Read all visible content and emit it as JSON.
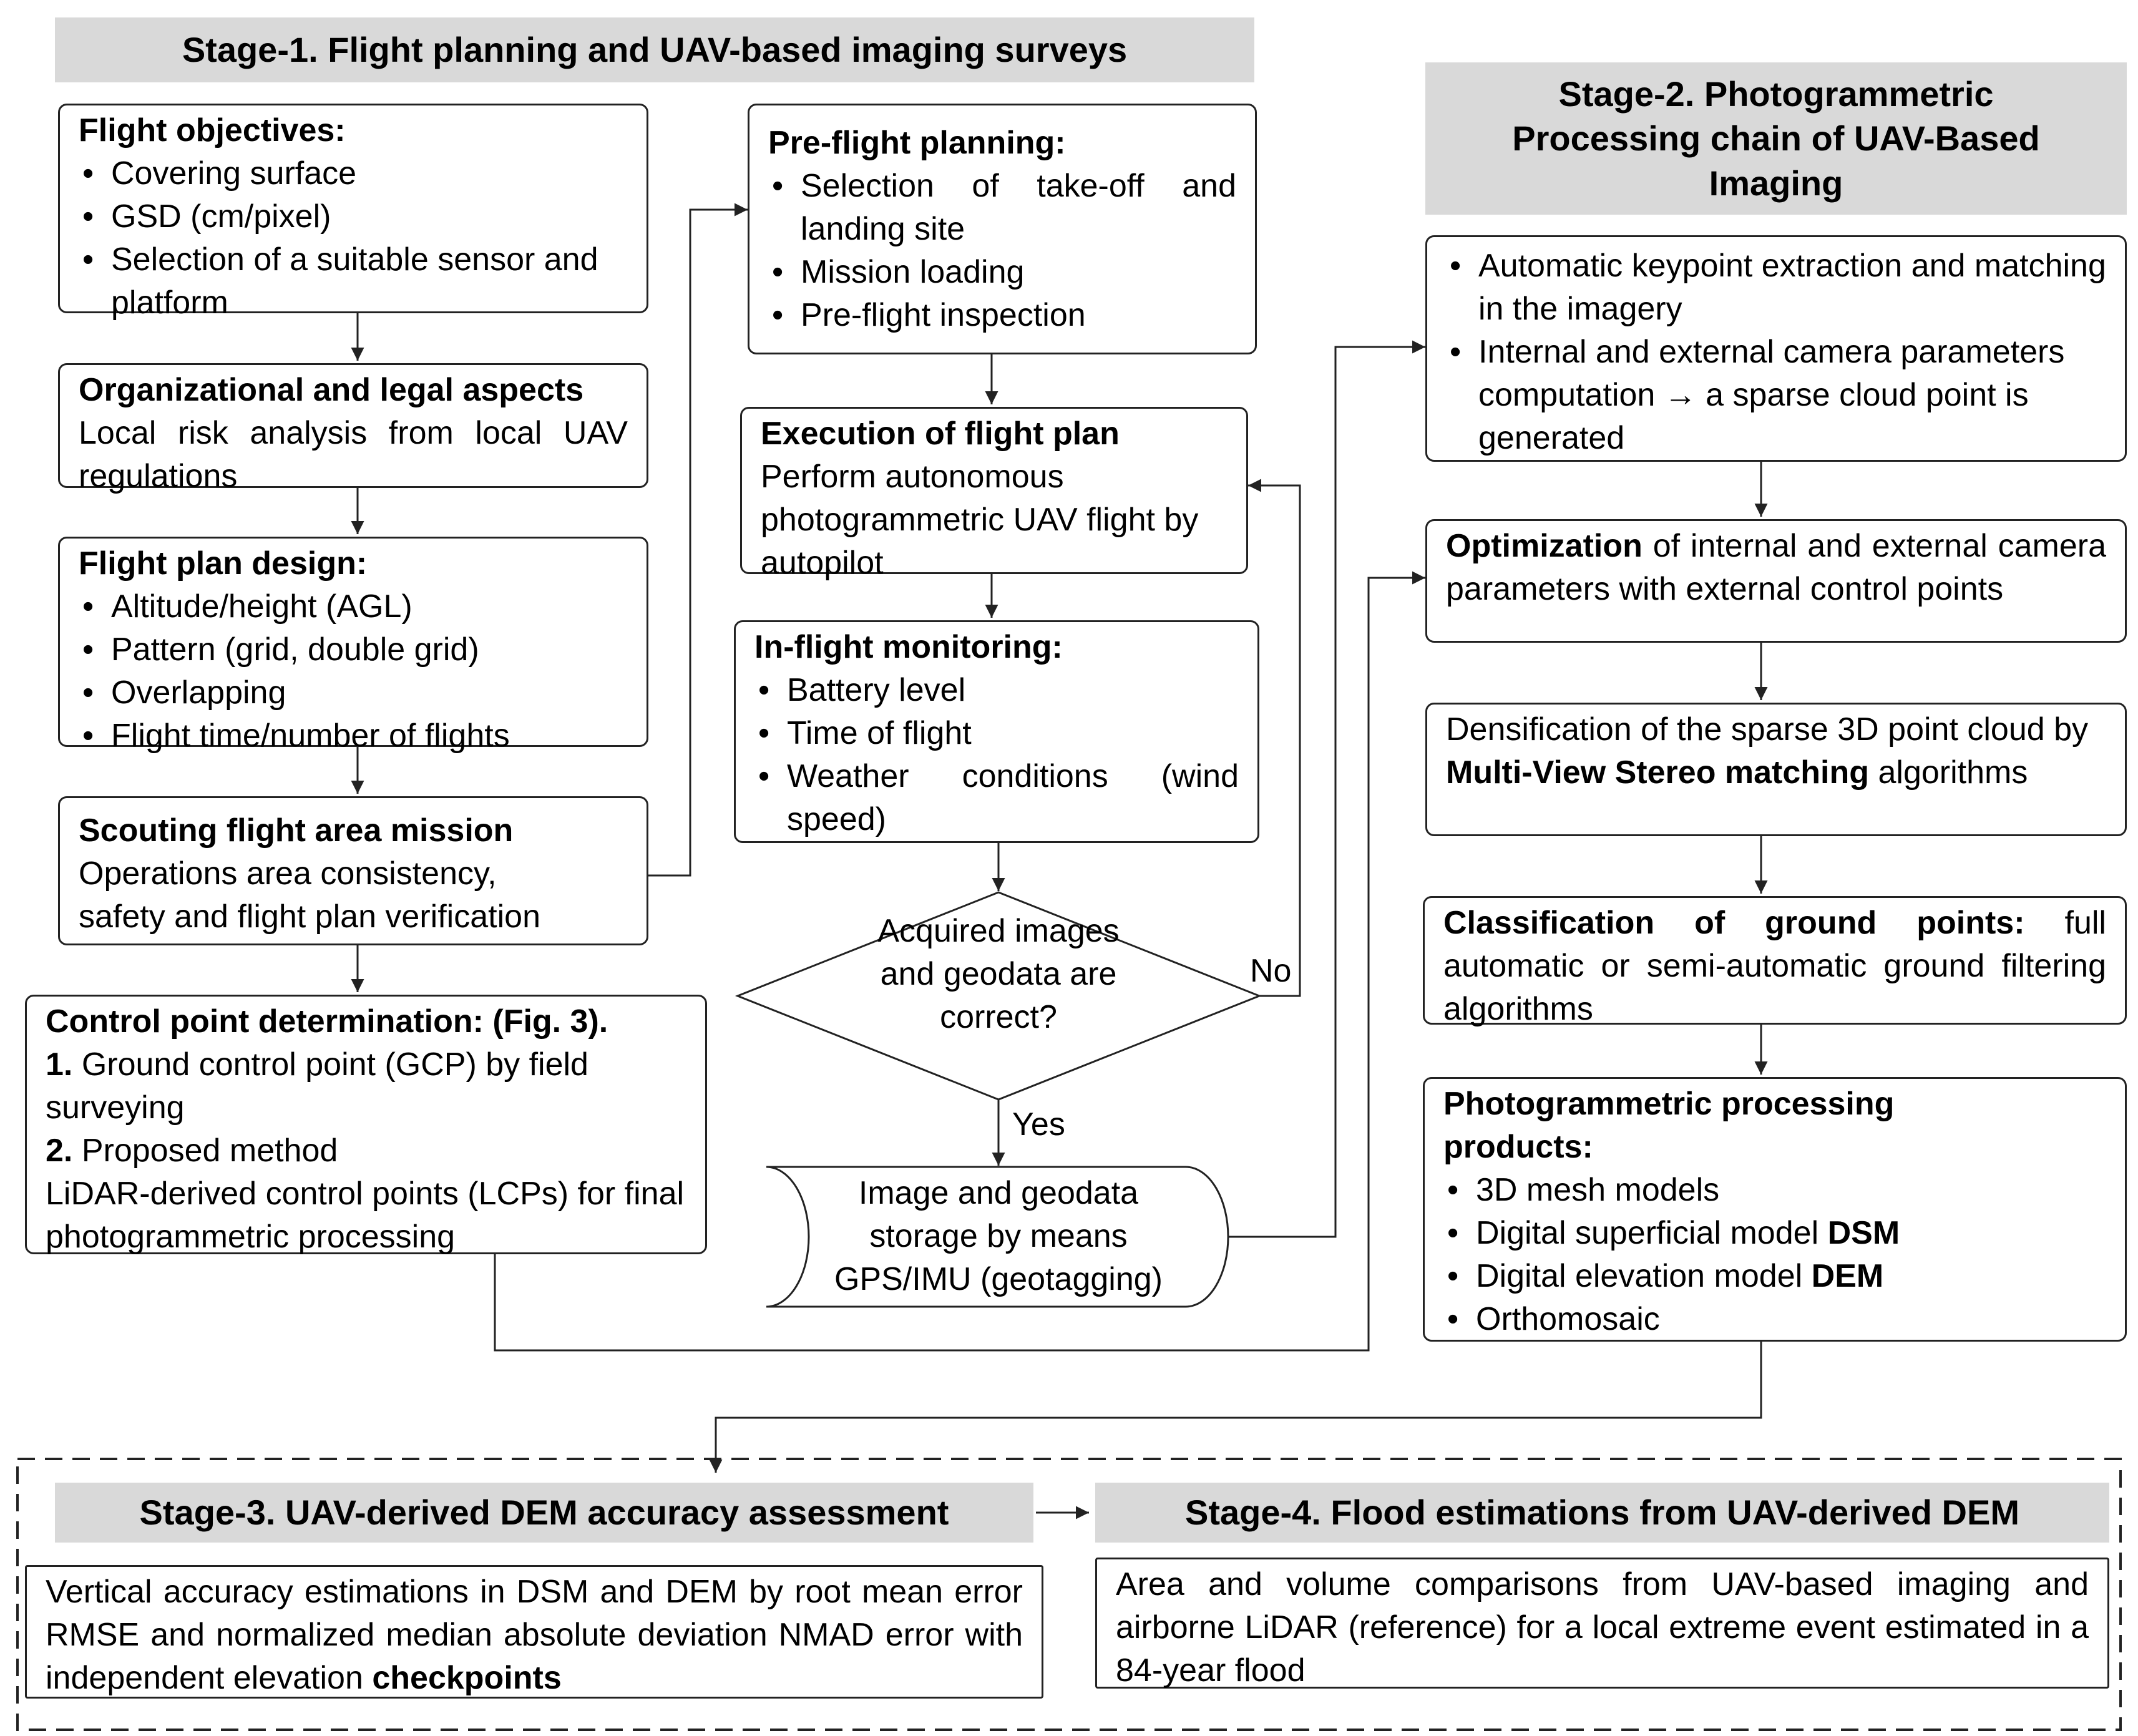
{
  "stage1": {
    "title": "Stage-1. Flight planning and UAV-based imaging surveys",
    "objectives": {
      "title": "Flight objectives:",
      "items": [
        "Covering surface",
        "GSD (cm/pixel)",
        "Selection of a suitable sensor and platform"
      ]
    },
    "legal": {
      "title": "Organizational and legal aspects",
      "text": "Local risk analysis from local UAV regulations"
    },
    "plan_design": {
      "title": "Flight plan design:",
      "items": [
        "Altitude/height (AGL)",
        "Pattern (grid, double grid)",
        "Overlapping",
        "Flight time/number of flights"
      ]
    },
    "scouting": {
      "title": "Scouting flight area mission",
      "text": "Operations area consistency, safety and flight plan verification"
    },
    "control": {
      "title": "Control point determination: (Fig. 3).",
      "n1": "1.",
      "t1": "Ground control point (GCP) by field surveying",
      "n2": "2.",
      "t2": "Proposed method",
      "t3": "LiDAR-derived control points (LCPs) for final photogrammetric processing"
    },
    "preflight": {
      "title": "Pre-flight planning:",
      "items": [
        "Selection of take-off and landing site",
        "Mission loading",
        "Pre-flight inspection"
      ]
    },
    "execution": {
      "title": "Execution of flight plan",
      "text": "Perform autonomous photogrammetric UAV flight by autopilot"
    },
    "monitoring": {
      "title": "In-flight monitoring:",
      "items": [
        "Battery level",
        "Time of flight",
        "Weather conditions (wind speed)"
      ]
    },
    "decision": {
      "text": "Acquired images and geodata are correct?",
      "no": "No",
      "yes": "Yes"
    },
    "storage": {
      "text": "Image and geodata storage by means GPS/IMU (geotagging)"
    }
  },
  "stage2": {
    "title": "Stage-2. Photogrammetric Processing chain of UAV-Based Imaging",
    "keypoint": {
      "items": [
        "Automatic keypoint extraction and matching in the imagery",
        "Internal and external camera parameters computation → a sparse cloud point is generated"
      ]
    },
    "optimization": {
      "bold": "Optimization",
      "text": "of internal and external camera parameters with external control points"
    },
    "densification": {
      "pre": "Densification of the sparse 3D point cloud by",
      "bold": "Multi-View Stereo matching",
      "post": "algorithms"
    },
    "classification": {
      "bold": "Classification of ground points:",
      "text": "full automatic or semi-automatic ground filtering algorithms"
    },
    "products": {
      "title": "Photogrammetric processing products:",
      "i1": "3D mesh models",
      "i2": "Digital superficial model",
      "i2b": "DSM",
      "i3": "Digital elevation model",
      "i3b": "DEM",
      "i4": "Orthomosaic"
    }
  },
  "stage3": {
    "title": "Stage-3. UAV-derived DEM accuracy assessment",
    "text": "Vertical accuracy estimations in DSM and DEM by root mean error RMSE and normalized median absolute deviation NMAD error with independent elevation",
    "bold": "checkpoints"
  },
  "stage4": {
    "title": "Stage-4. Flood estimations from UAV-derived DEM",
    "text": "Area and volume comparisons from UAV-based imaging and airborne LiDAR (reference) for a local extreme event estimated in a 84-year flood"
  }
}
